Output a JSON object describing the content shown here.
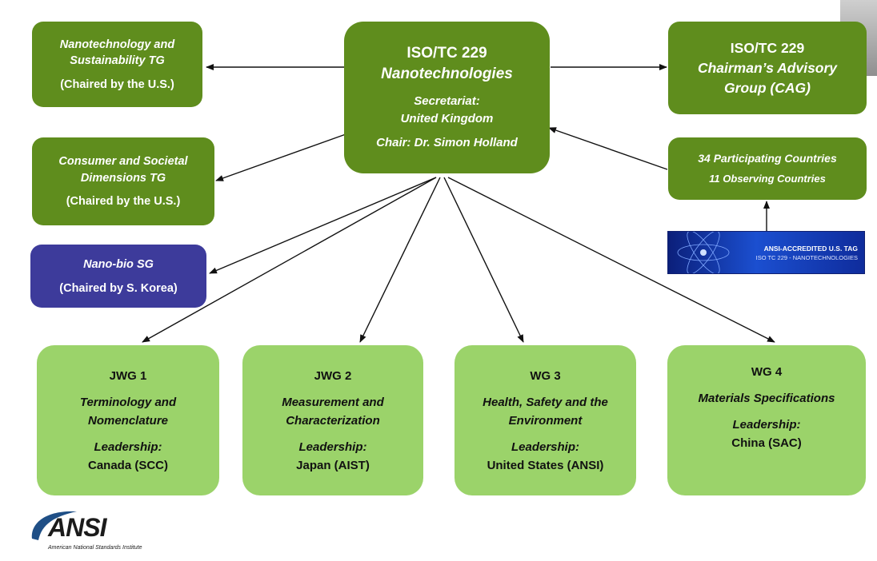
{
  "center": {
    "title": "ISO/TC 229",
    "subtitle": "Nanotechnologies",
    "secretariat_label": "Secretariat:",
    "secretariat_value": "United Kingdom",
    "chair": "Chair: Dr. Simon Holland"
  },
  "tg_sustainability": {
    "line1": "Nanotechnology and",
    "line2": "Sustainability TG",
    "note": "(Chaired by the U.S.)"
  },
  "tg_consumer": {
    "line1": "Consumer and Societal",
    "line2": "Dimensions TG",
    "note": "(Chaired by the U.S.)"
  },
  "sg_nanobio": {
    "line1": "Nano-bio SG",
    "note": "(Chaired by S. Korea)"
  },
  "cag": {
    "title": "ISO/TC 229",
    "line1": "Chairman’s Advisory",
    "line2": "Group (CAG)"
  },
  "countries": {
    "participating": "34 Participating Countries",
    "observing": "11 Observing Countries"
  },
  "tag_logo": {
    "line1": "ANSI-ACCREDITED U.S. TAG",
    "line2": "ISO TC 229 - NANOTECHNOLOGIES"
  },
  "groups": [
    {
      "code": "JWG 1",
      "line1": "Terminology and",
      "line2": "Nomenclature",
      "lead_label": "Leadership:",
      "lead_value": "Canada (SCC)"
    },
    {
      "code": "JWG 2",
      "line1": "Measurement and",
      "line2": "Characterization",
      "lead_label": "Leadership:",
      "lead_value": "Japan (AIST)"
    },
    {
      "code": "WG 3",
      "line1": "Health, Safety and the",
      "line2": "Environment",
      "lead_label": "Leadership:",
      "lead_value": "United States (ANSI)"
    },
    {
      "code": "WG 4",
      "line1": "Materials Specifications",
      "line2": "",
      "lead_label": "Leadership:",
      "lead_value": "China (SAC)"
    }
  ],
  "ansi_logo": {
    "mark": "ANSI",
    "tagline": "American National Standards Institute"
  },
  "colors": {
    "dark_green": "#5f8d1d",
    "light_green": "#9bd36a",
    "blue": "#3d3b9b"
  }
}
